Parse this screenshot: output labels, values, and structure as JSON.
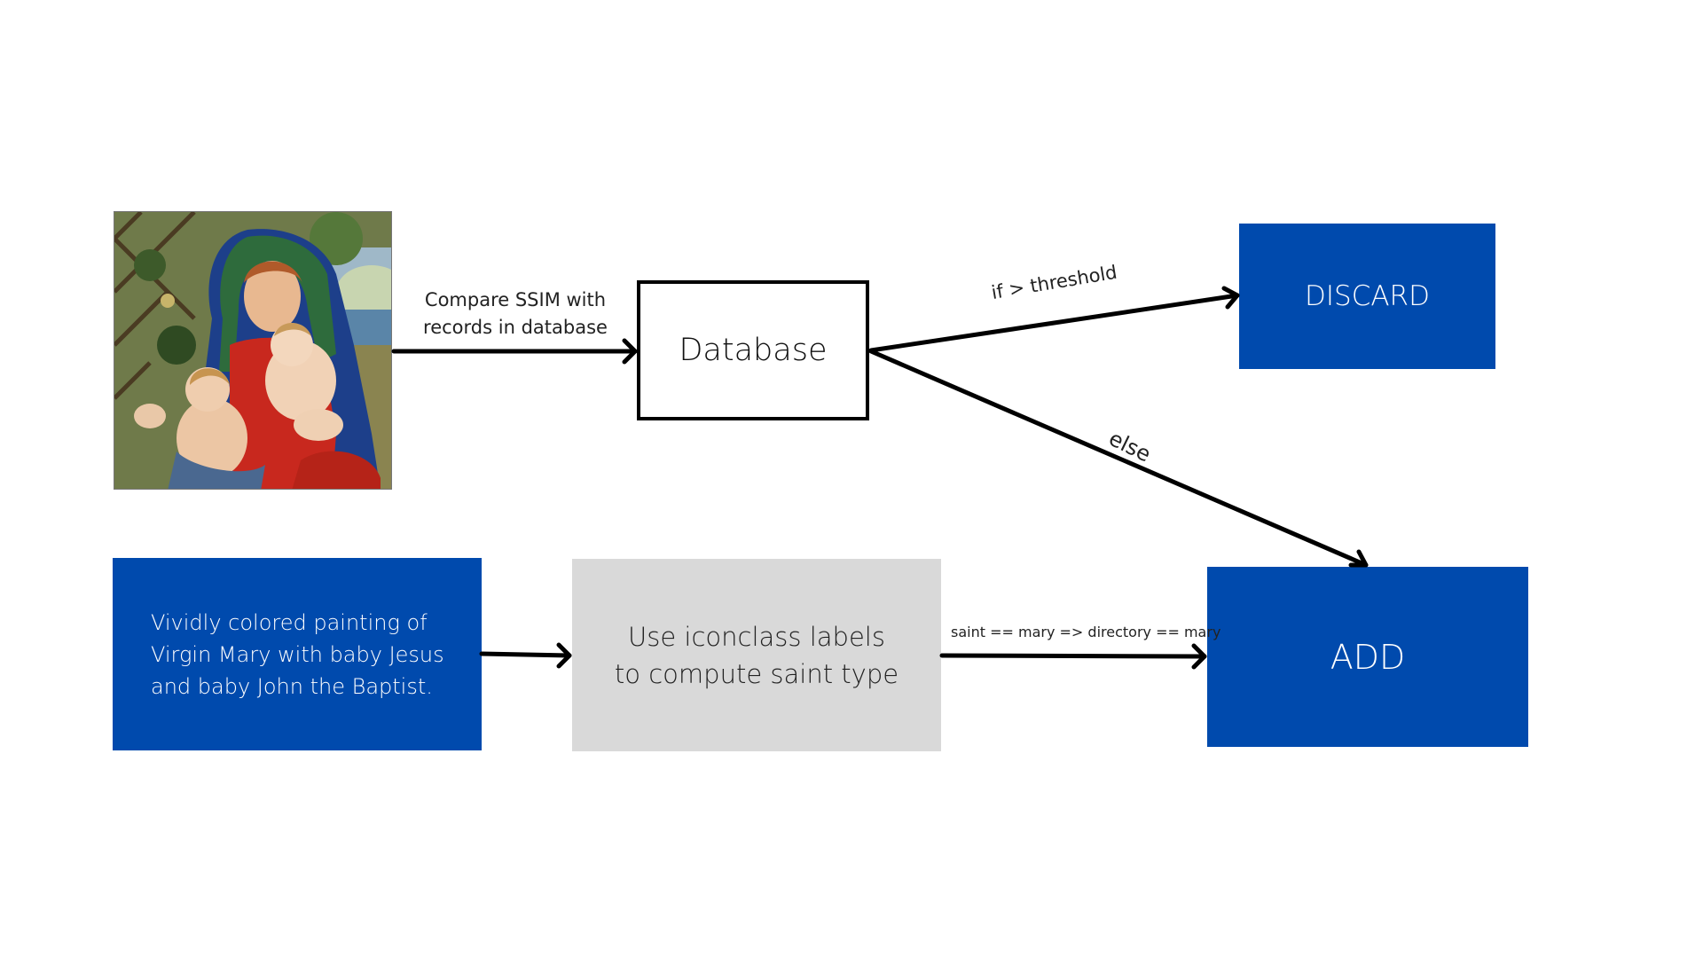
{
  "diagram": {
    "input_image": {
      "icon": "painting-virgin-child-icon",
      "colors": {
        "robe_blue": "#1d3f8a",
        "dress_red": "#c8281e",
        "mantle_green": "#2e6b3c"
      }
    },
    "nodes": {
      "database": {
        "label": "Database"
      },
      "discard": {
        "label": "DISCARD",
        "color": "#004aad"
      },
      "add": {
        "label": "ADD",
        "color": "#004aad"
      },
      "description": {
        "lines": [
          "Vividly colored painting of",
          "Virgin Mary with baby Jesus",
          "and baby John the Baptist."
        ],
        "color": "#004aad"
      },
      "iconclass": {
        "lines": [
          "Use iconclass labels",
          "to compute saint type"
        ],
        "color": "#d9d9d9"
      }
    },
    "edges": {
      "image_to_database": {
        "lines": [
          "Compare SSIM with",
          "records in database"
        ]
      },
      "database_to_discard": {
        "label": "if > threshold"
      },
      "database_to_add": {
        "label": "else"
      },
      "description_to_iconclass": {
        "label": ""
      },
      "iconclass_to_add": {
        "label": "saint == mary => directory == mary"
      }
    }
  }
}
